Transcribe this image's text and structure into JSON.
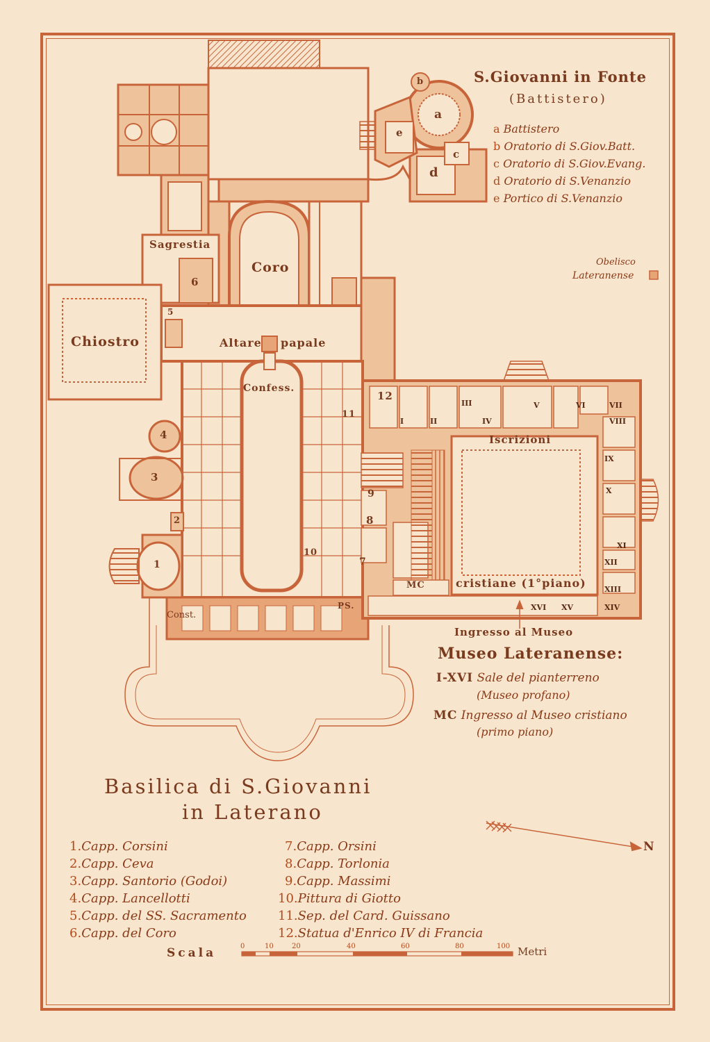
{
  "baptistery": {
    "title": "S.Giovanni in Fonte",
    "subtitle": "(Battistero)",
    "legend": [
      {
        "key": "a",
        "text": "Battistero"
      },
      {
        "key": "b",
        "text": "Oratorio di S.Giov.Batt."
      },
      {
        "key": "c",
        "text": "Oratorio di S.Giov.Evang."
      },
      {
        "key": "d",
        "text": "Oratorio di S.Venanzio"
      },
      {
        "key": "e",
        "text": "Portico di S.Venanzio"
      }
    ]
  },
  "plan_labels": {
    "sagrestia": "Sagrestia",
    "coro": "Coro",
    "chiostro": "Chiostro",
    "altare": "Altare",
    "papale": "papale",
    "confess": "Confess.",
    "iscrizioni": "Iscrizioni",
    "cristiane": "cristiane (1°piano)",
    "mc": "MC",
    "const": "Const.",
    "ps": "PS.",
    "ingresso": "Ingresso al Museo",
    "obelisco_1": "Obelisco",
    "obelisco_2": "Lateranense",
    "letters": [
      "a",
      "b",
      "c",
      "d",
      "e"
    ],
    "numbers": [
      "1",
      "2",
      "3",
      "4",
      "5",
      "6",
      "7",
      "8",
      "9",
      "10",
      "11",
      "12"
    ],
    "roman": [
      "I",
      "II",
      "III",
      "IV",
      "V",
      "VI",
      "VII",
      "VIII",
      "IX",
      "X",
      "XI",
      "XII",
      "XIII",
      "XIV",
      "XV",
      "XVI"
    ]
  },
  "museum": {
    "title": "Museo Lateranense:",
    "line1_key": "I-XVI",
    "line1_text": "Sale del pianterreno",
    "line1_sub": "(Museo profano)",
    "line2_key": "MC",
    "line2_text": "Ingresso al Museo cristiano",
    "line2_sub": "(primo piano)"
  },
  "main_title": {
    "line1": "Basilica di S.Giovanni",
    "line2": "in Laterano"
  },
  "legend_left": [
    {
      "num": "1.",
      "text": "Capp. Corsini"
    },
    {
      "num": "2.",
      "text": "Capp. Ceva"
    },
    {
      "num": "3.",
      "text": "Capp. Santorio (Godoi)"
    },
    {
      "num": "4.",
      "text": "Capp. Lancellotti"
    },
    {
      "num": "5.",
      "text": "Capp. del SS. Sacramento"
    },
    {
      "num": "6.",
      "text": "Capp. del Coro"
    }
  ],
  "legend_right": [
    {
      "num": "7.",
      "text": "Capp. Orsini"
    },
    {
      "num": "8.",
      "text": "Capp. Torlonia"
    },
    {
      "num": "9.",
      "text": "Capp. Massimi"
    },
    {
      "num": "10.",
      "text": "Pittura di Giotto"
    },
    {
      "num": "11.",
      "text": "Sep. del Card. Guissano"
    },
    {
      "num": "12.",
      "text": "Statua d'Enrico IV di Francia"
    }
  ],
  "north": "N",
  "scale": {
    "label": "Scala",
    "ticks": [
      "0",
      "10",
      "20",
      "40",
      "60",
      "80",
      "100"
    ],
    "unit": "Metri"
  },
  "colors": {
    "paper": "#f7e6cd",
    "ink": "#c8643a",
    "fill": "#e7a477",
    "text": "#7a3a1e"
  }
}
